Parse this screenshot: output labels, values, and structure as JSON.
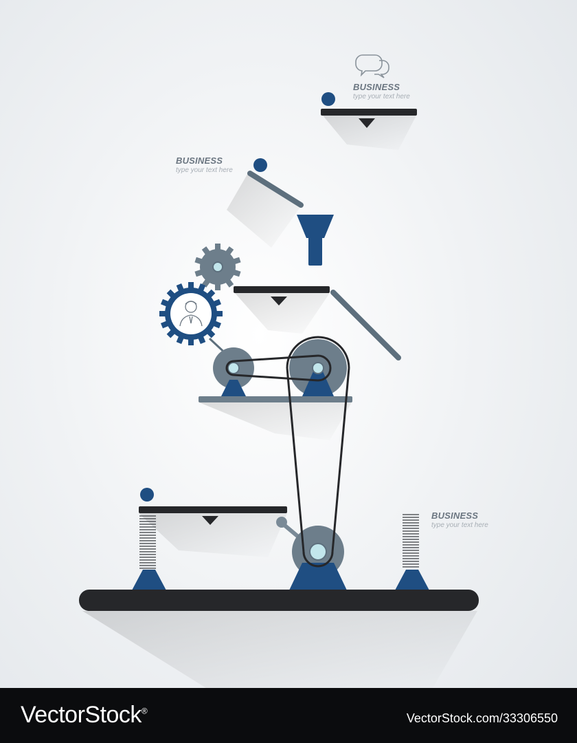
{
  "labels": [
    {
      "title": "BUSINESS",
      "subtitle": "type your text here"
    },
    {
      "title": "BUSINESS",
      "subtitle": "type your text here"
    },
    {
      "title": "BUSINESS",
      "subtitle": "type your text here"
    }
  ],
  "footer": {
    "brand": "VectorStock",
    "brand_mark": "®",
    "image_id": "VectorStock.com/33306550"
  },
  "colors": {
    "navy": "#1f4e82",
    "slate": "#5d6f7d",
    "slate_light": "#7a8a97",
    "black": "#26272a",
    "teal_light": "#c2e6ec",
    "background": "#e9ecef",
    "footer_bg": "#0b0c0e"
  },
  "icons": [
    "speech-bubbles-icon",
    "gear-icon",
    "person-icon",
    "funnel-icon",
    "spring-icon",
    "pulley-icon"
  ]
}
